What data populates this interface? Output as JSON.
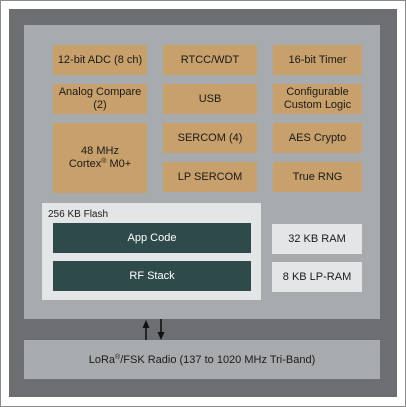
{
  "blocks": {
    "adc": "12-bit ADC (8 ch)",
    "rtcc": "RTCC/WDT",
    "timer": "16-bit Timer",
    "analog_line1": "Analog Compare",
    "analog_line2": "(2)",
    "usb": "USB",
    "ccl_line1": "Configurable",
    "ccl_line2": "Custom Logic",
    "cpu_line1": "48 MHz",
    "cpu_line2_pre": "Cortex",
    "cpu_sup": "®",
    "cpu_line2_post": " M0+",
    "sercom": "SERCOM (4)",
    "aes": "AES Crypto",
    "lpsercom": "LP SERCOM",
    "trng": "True RNG"
  },
  "memory": {
    "flash_label": "256 KB Flash",
    "app_code": "App Code",
    "rf_stack": "RF Stack",
    "ram": "32 KB RAM",
    "lp_ram": "8 KB LP-RAM"
  },
  "radio": {
    "pre": "LoRa",
    "sup": "®",
    "post": "/FSK Radio (137 to 1020 MHz Tri-Band)"
  }
}
